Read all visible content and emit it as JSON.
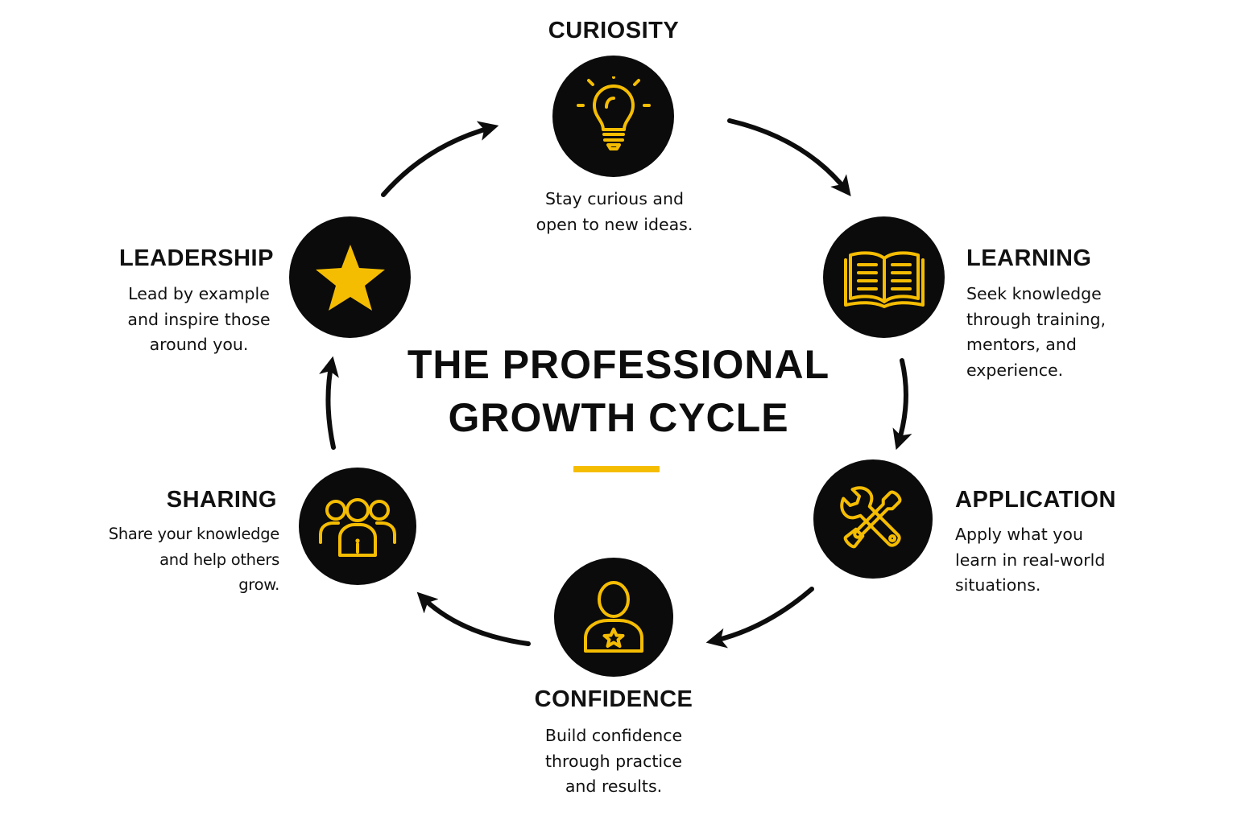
{
  "diagram": {
    "title": "THE PROFESSIONAL\nGROWTH CYCLE",
    "colors": {
      "accent": "#f5bd02",
      "node": "#0b0b0b",
      "text": "#111111",
      "arrow": "#0d0d0d"
    },
    "stages": [
      {
        "title": "CURIOSITY",
        "description": "Stay curious and\nopen to new ideas.",
        "icon": "lightbulb-icon"
      },
      {
        "title": "LEARNING",
        "description": "Seek knowledge\nthrough training,\nmentors, and\nexperience.",
        "icon": "open-book-icon"
      },
      {
        "title": "APPLICATION",
        "description": "Apply what you\nlearn in real-world\nsituations.",
        "icon": "tools-icon"
      },
      {
        "title": "CONFIDENCE",
        "description": "Build confidence\nthrough practice\nand results.",
        "icon": "person-star-icon"
      },
      {
        "title": "SHARING",
        "description": "Share your knowledge\nand help others\ngrow.",
        "icon": "group-icon"
      },
      {
        "title": "LEADERSHIP",
        "description": "Lead by example\nand inspire those\naround you.",
        "icon": "star-icon"
      }
    ]
  }
}
